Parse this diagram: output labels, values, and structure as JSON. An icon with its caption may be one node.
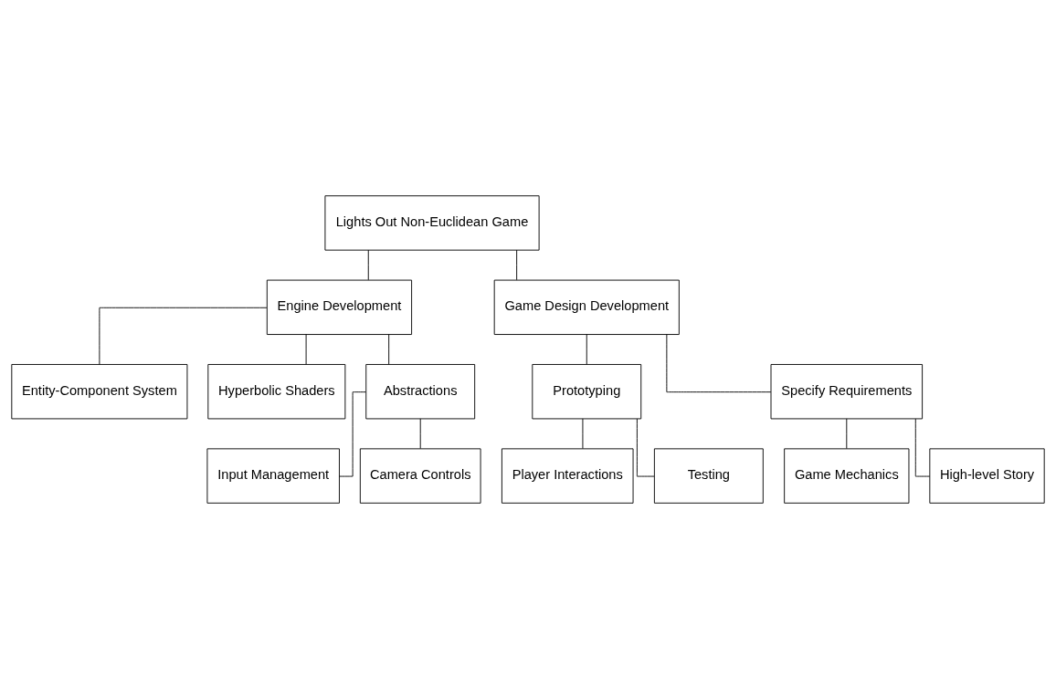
{
  "diagram": {
    "nodes": [
      {
        "text": [
          "Lights Out Non-Euclidean Game"
        ]
      },
      {
        "text": [
          "Engine Development"
        ]
      },
      {
        "text": [
          "Game Design Development"
        ]
      },
      {
        "text": [
          "Entity-Component System"
        ]
      },
      {
        "text": [
          "Hyperbolic Shaders"
        ]
      },
      {
        "text": [
          "Input Management"
        ]
      },
      {
        "text": [
          "Camera Controls"
        ]
      },
      {
        "text": [
          "Abstractions"
        ]
      },
      {
        "text": [
          "Prototyping"
        ]
      },
      {
        "text": [
          "Player Interactions"
        ]
      },
      {
        "text": [
          "Testing"
        ]
      },
      {
        "text": [
          "Specify Requirements"
        ]
      },
      {
        "text": [
          "Game Mechanics"
        ]
      },
      {
        "text": [
          "High-level Story"
        ]
      }
    ],
    "edges": [
      {
        "from": 0,
        "to": 1,
        "arrow": "none"
      },
      {
        "from": 0,
        "to": 2,
        "arrow": "none"
      },
      {
        "from": 1,
        "to": 3,
        "arrow": "none"
      },
      {
        "from": 1,
        "to": 4,
        "arrow": "none"
      },
      {
        "from": 1,
        "to": 7,
        "arrow": "none"
      },
      {
        "from": 7,
        "to": 5,
        "arrow": "none"
      },
      {
        "from": 7,
        "to": 6,
        "arrow": "none"
      },
      {
        "from": 2,
        "to": 8,
        "arrow": "none"
      },
      {
        "from": 2,
        "to": 11,
        "arrow": "none"
      },
      {
        "from": 8,
        "to": 9,
        "arrow": "none"
      },
      {
        "from": 8,
        "to": 10,
        "arrow": "none"
      },
      {
        "from": 11,
        "to": 12,
        "arrow": "none"
      },
      {
        "from": 11,
        "to": 13,
        "arrow": "none"
      }
    ]
  }
}
